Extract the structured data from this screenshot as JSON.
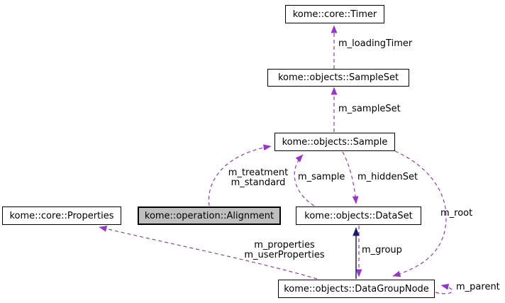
{
  "diagram": {
    "kind": "collaboration-class-diagram",
    "focus_node": "kome::operation::Alignment",
    "colors": {
      "background": "#ffffff",
      "node_fill": "#ffffff",
      "focus_node_fill": "#bfbfbf",
      "node_border": "#000000",
      "text": "#000000",
      "usage_edge": "#9a32cd",
      "inheritance_edge": "#191970"
    },
    "nodes": {
      "timer": {
        "label": "kome::core::Timer"
      },
      "sample_set": {
        "label": "kome::objects::SampleSet"
      },
      "sample": {
        "label": "kome::objects::Sample"
      },
      "properties": {
        "label": "kome::core::Properties"
      },
      "alignment": {
        "label": "kome::operation::Alignment",
        "highlighted": true
      },
      "data_set": {
        "label": "kome::objects::DataSet"
      },
      "data_group_node": {
        "label": "kome::objects::DataGroupNode"
      }
    },
    "edges": {
      "loading_timer": {
        "label": "m_loadingTimer",
        "from": "kome::objects::SampleSet",
        "to": "kome::core::Timer",
        "style": "dashed-usage"
      },
      "sample_set": {
        "label": "m_sampleSet",
        "from": "kome::objects::Sample",
        "to": "kome::objects::SampleSet",
        "style": "dashed-usage"
      },
      "treatment_standard": {
        "lines": [
          "m_treatment",
          "m_standard"
        ],
        "from": "kome::operation::Alignment",
        "to": "kome::objects::Sample",
        "style": "dashed-usage"
      },
      "sample": {
        "label": "m_sample",
        "from": "kome::objects::DataSet",
        "to": "kome::objects::Sample",
        "style": "dashed-usage"
      },
      "hidden_set": {
        "label": "m_hiddenSet",
        "from": "kome::objects::Sample",
        "to": "kome::objects::DataSet",
        "style": "dashed-usage"
      },
      "root": {
        "label": "m_root",
        "from": "kome::objects::Sample",
        "to": "kome::objects::DataGroupNode",
        "style": "dashed-usage"
      },
      "group": {
        "label": "m_group",
        "from": "kome::objects::DataSet",
        "to": "kome::objects::DataGroupNode",
        "style": "dashed-usage"
      },
      "inheritance": {
        "from": "kome::objects::DataGroupNode",
        "to": "kome::objects::DataSet",
        "style": "solid-inheritance"
      },
      "properties": {
        "lines": [
          "m_properties",
          "m_userProperties"
        ],
        "from": "kome::objects::DataGroupNode",
        "to": "kome::core::Properties",
        "style": "dashed-usage"
      },
      "parent": {
        "label": "m_parent",
        "from": "kome::objects::DataGroupNode",
        "to": "kome::objects::DataGroupNode",
        "style": "dashed-usage"
      }
    }
  }
}
